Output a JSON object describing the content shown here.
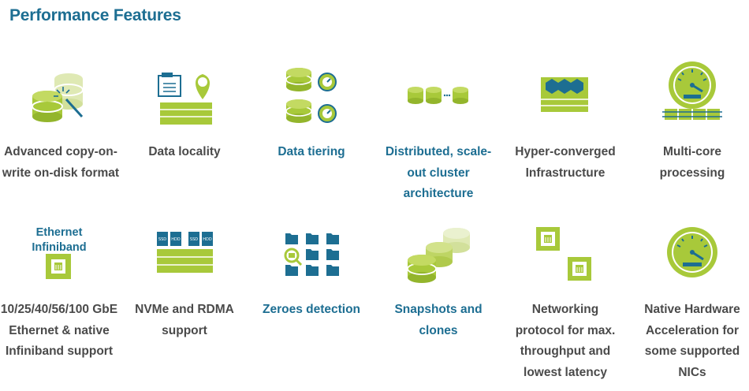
{
  "page_title": "Performance Features",
  "colors": {
    "accent_blue": "#1d6e92",
    "green": "#a8c93a",
    "text": "#4a4a4a"
  },
  "features": [
    {
      "label": "Advanced copy-on-write on-disk format",
      "icon": "copy-on-write-disks-icon",
      "link": false
    },
    {
      "label": "Data locality",
      "icon": "data-locality-icon",
      "link": false
    },
    {
      "label": "Data tiering",
      "icon": "data-tiering-icon",
      "link": true
    },
    {
      "label": "Distributed, scale-out cluster architecture",
      "icon": "cluster-icon",
      "link": true
    },
    {
      "label": "Hyper-converged Infrastructure",
      "icon": "hyper-converged-icon",
      "link": false
    },
    {
      "label": "Multi-core processing",
      "icon": "multi-core-gauge-icon",
      "link": false
    },
    {
      "label": "10/25/40/56/100 GbE Ethernet & native Infiniband support",
      "icon": "ethernet-port-icon",
      "link": false
    },
    {
      "label": "NVMe and RDMA support",
      "icon": "nvme-drives-icon",
      "link": false
    },
    {
      "label": "Zeroes detection",
      "icon": "zeroes-detection-icon",
      "link": true
    },
    {
      "label": "Snapshots and clones",
      "icon": "snapshots-icon",
      "link": true
    },
    {
      "label": "Networking protocol for max. throughput and lowest latency",
      "icon": "network-ports-icon",
      "link": false
    },
    {
      "label": "Native Hardware Acceleration for some supported NICs",
      "icon": "hardware-acceleration-gauge-icon",
      "link": false
    }
  ],
  "ethernet_badge": {
    "line1": "Ethernet",
    "line2": "Infiniband"
  },
  "drive_tags": [
    "SSD",
    "HDD",
    "SSD",
    "HDD"
  ]
}
